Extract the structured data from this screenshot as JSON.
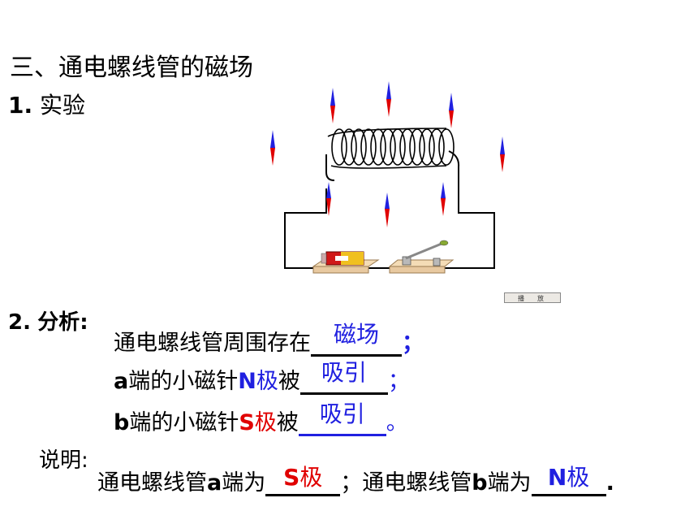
{
  "title": "三、通电螺线管的磁场",
  "section1": {
    "num": "1.",
    "label": "实验"
  },
  "play_button": "播　放",
  "section2": {
    "num": "2.",
    "label": "分析:"
  },
  "analysis": {
    "line1": {
      "prefix": "通电螺线管周围存在",
      "answer": "磁场",
      "suffix": "；"
    },
    "line2": {
      "a": "a",
      "text1": "端的小磁针",
      "pole": "N极",
      "text2": "被",
      "answer": "吸引",
      "suffix": "；"
    },
    "line3": {
      "b": "b",
      "text1": "端的小磁针",
      "pole": "S极",
      "text2": "被",
      "answer": "吸引",
      "suffix": "。"
    }
  },
  "explanation": {
    "label": "说明:",
    "prefix1": "通电螺线管",
    "a": "a",
    "mid1": "端为",
    "answer1": "S极",
    "sep": "；",
    "prefix2": "通电螺线管",
    "b": "b",
    "mid2": "端为",
    "answer2": "N极",
    "end": "."
  },
  "colors": {
    "blue": "#2020e0",
    "red": "#e00000",
    "wire": "#000000",
    "base": "#e8c9a0"
  }
}
